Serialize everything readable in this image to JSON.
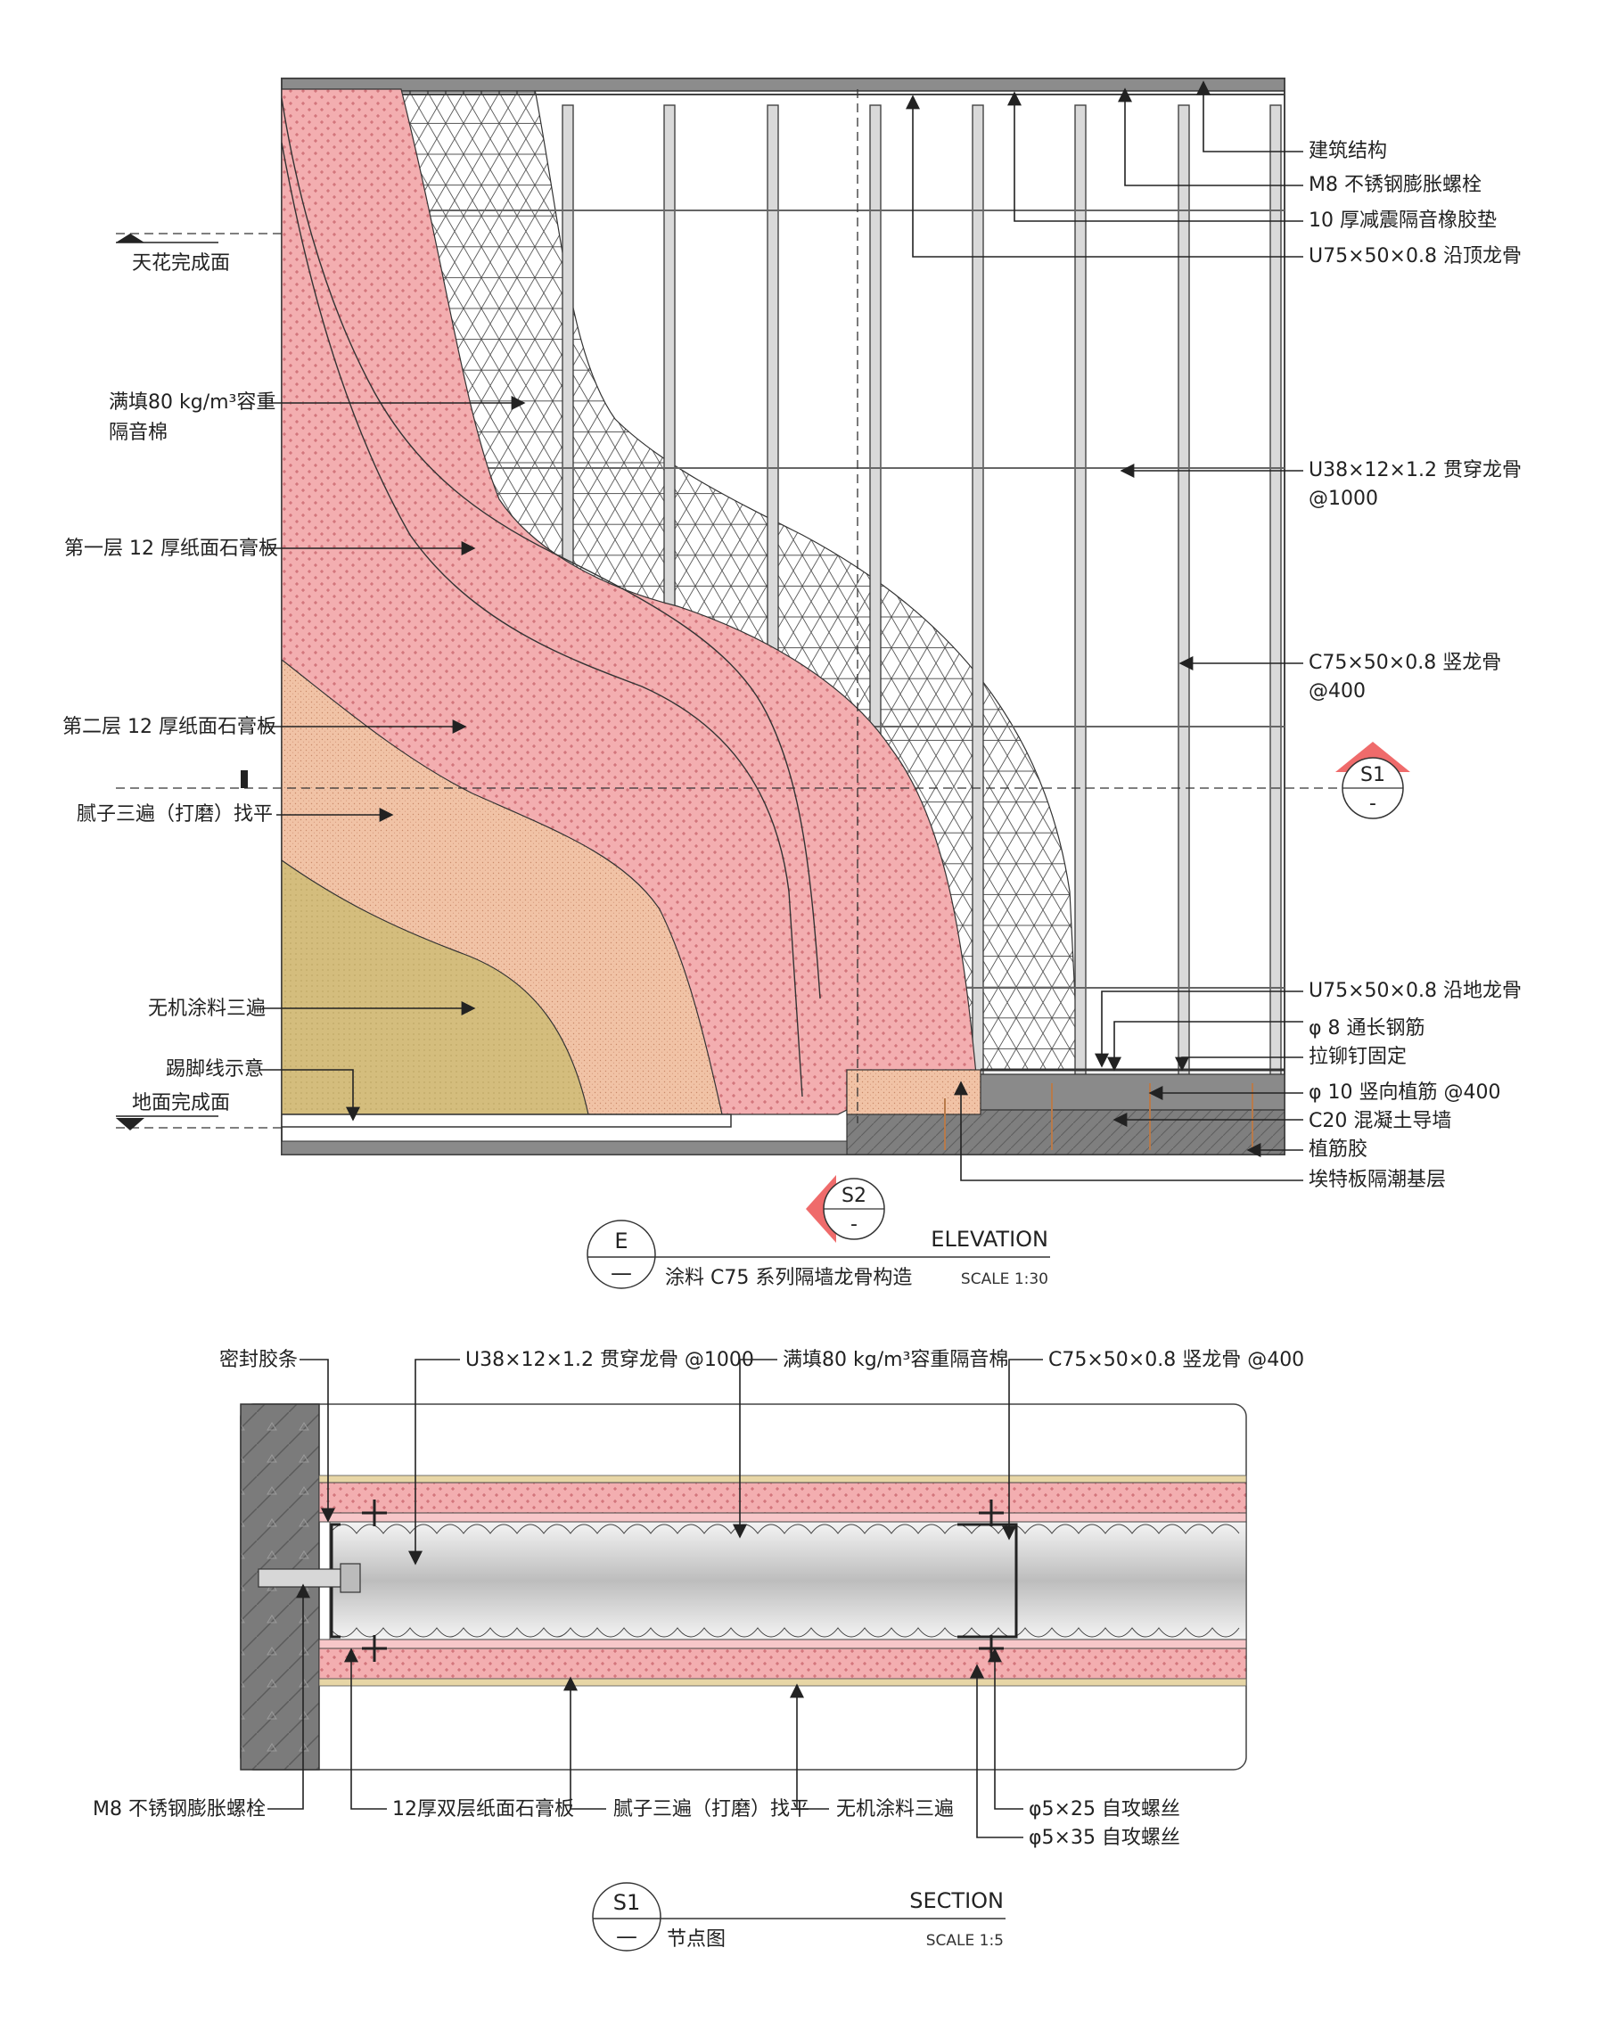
{
  "elevation": {
    "labels_right": [
      "建筑结构",
      "M8 不锈钢膨胀螺栓",
      "10 厚减震隔音橡胶垫",
      "U75×50×0.8 沿顶龙骨",
      "U38×12×1.2 贯穿龙骨",
      "@1000",
      "C75×50×0.8 竖龙骨",
      "@400",
      "U75×50×0.8 沿地龙骨",
      "φ 8 通长钢筋",
      "拉铆钉固定",
      "φ 10 竖向植筋 @400",
      "C20 混凝土导墙",
      "植筋胶",
      "埃特板隔潮基层"
    ],
    "labels_left": [
      "天花完成面",
      "满填80 kg/m³容重",
      "隔音棉",
      "第一层 12 厚纸面石膏板",
      "第二层 12 厚纸面石膏板",
      "腻子三遍（打磨）找平",
      "无机涂料三遍",
      "踢脚线示意",
      "地面完成面"
    ],
    "markers": {
      "s1_top": "S1",
      "s1_bottom": "-",
      "s2_top": "S2",
      "s2_bottom": "-"
    },
    "title": {
      "symbol_top": "E",
      "symbol_bottom": "—",
      "name": "涂料 C75 系列隔墙龙骨构造",
      "type": "ELEVATION",
      "scale": "SCALE 1:30"
    }
  },
  "section": {
    "labels_top": [
      "密封胶条",
      "U38×12×1.2 贯穿龙骨 @1000",
      "满填80 kg/m³容重隔音棉",
      "C75×50×0.8 竖龙骨 @400"
    ],
    "labels_bottom": [
      "M8 不锈钢膨胀螺栓",
      "12厚双层纸面石膏板",
      "腻子三遍（打磨）找平",
      "无机涂料三遍",
      "φ5×25 自攻螺丝",
      "φ5×35 自攻螺丝"
    ],
    "title": {
      "symbol_top": "S1",
      "symbol_bottom": "—",
      "name": "节点图",
      "type": "SECTION",
      "scale": "SCALE 1:5"
    }
  },
  "colors": {
    "gypsum_pink": "#f3aeb0",
    "putty_peach": "#f1c3a6",
    "paint_olive": "#d4bd7d",
    "concrete": "#7a7a7a",
    "marker_red": "#ef6b6b"
  }
}
